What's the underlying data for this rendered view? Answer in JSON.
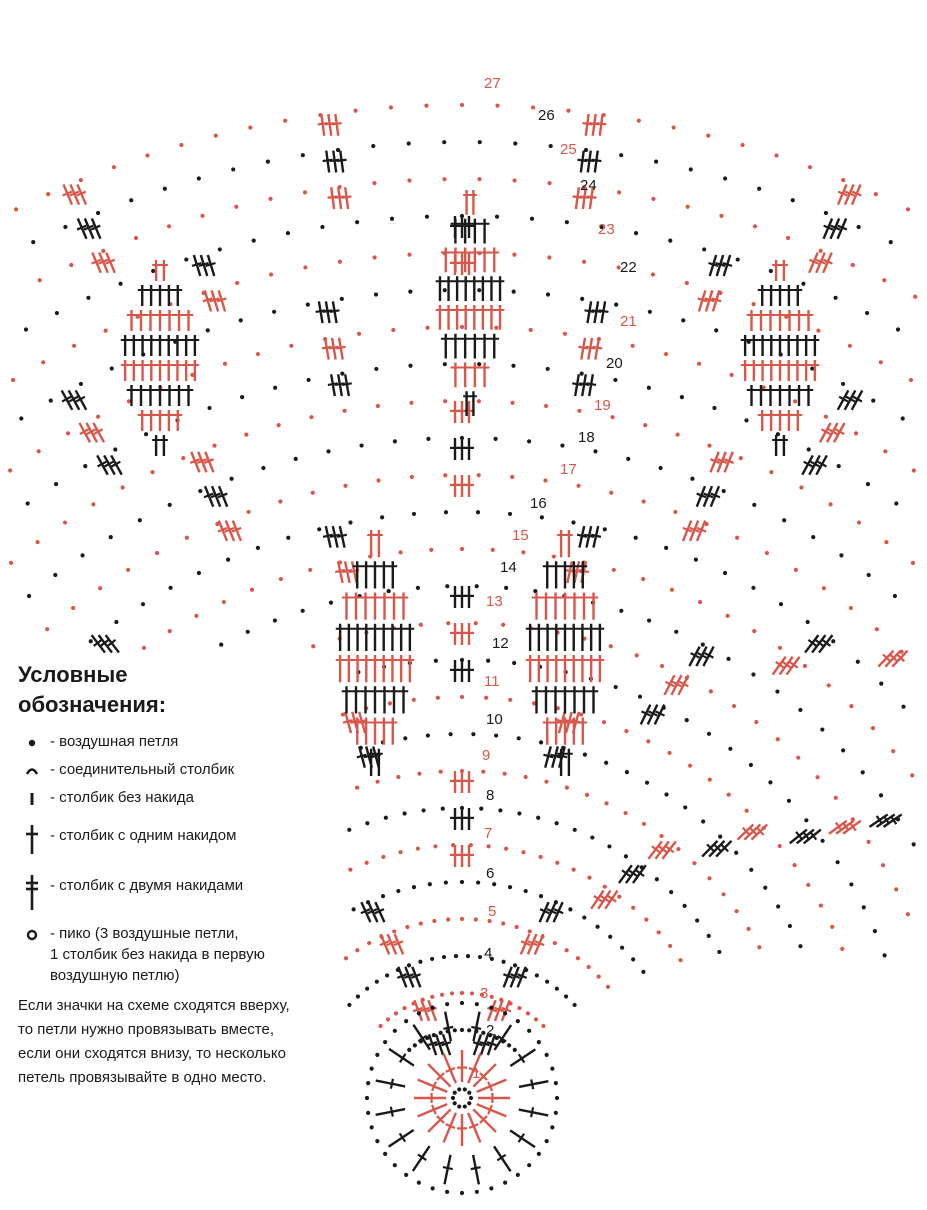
{
  "legend": {
    "title_line1": "Условные",
    "title_line2": "обозначения:",
    "items": [
      {
        "icon": "chain-stitch-dot-icon",
        "text": "- воздушная петля"
      },
      {
        "icon": "slip-stitch-arc-icon",
        "text": "- соединительный столбик"
      },
      {
        "icon": "single-crochet-bar-icon",
        "text": "- столбик без накида"
      },
      {
        "icon": "double-crochet-icon",
        "text": "- столбик с одним накидом"
      },
      {
        "icon": "treble-crochet-icon",
        "text": "- столбик с двумя накидами"
      },
      {
        "icon": "picot-ring-icon",
        "text": "- пико (3 воздушные петли,"
      }
    ],
    "picot_line2": "1 столбик без накида в первую",
    "picot_line3": "воздушную петлю)",
    "note_line1": "Если значки на схеме сходятся вверху,",
    "note_line2": "то петли нужно провязывать вместе,",
    "note_line3": "если они сходятся внизу, то несколько",
    "note_line4": "петель провязывайте в одно место."
  },
  "rows": [
    {
      "label": "1",
      "color": "red"
    },
    {
      "label": "2",
      "color": "black"
    },
    {
      "label": "3",
      "color": "red"
    },
    {
      "label": "4",
      "color": "black"
    },
    {
      "label": "5",
      "color": "red"
    },
    {
      "label": "6",
      "color": "black"
    },
    {
      "label": "7",
      "color": "red"
    },
    {
      "label": "8",
      "color": "black"
    },
    {
      "label": "9",
      "color": "red"
    },
    {
      "label": "10",
      "color": "black"
    },
    {
      "label": "11",
      "color": "red"
    },
    {
      "label": "12",
      "color": "black"
    },
    {
      "label": "13",
      "color": "red"
    },
    {
      "label": "14",
      "color": "black"
    },
    {
      "label": "15",
      "color": "red"
    },
    {
      "label": "16",
      "color": "black"
    },
    {
      "label": "17",
      "color": "red"
    },
    {
      "label": "18",
      "color": "black"
    },
    {
      "label": "19",
      "color": "red"
    },
    {
      "label": "20",
      "color": "black"
    },
    {
      "label": "21",
      "color": "red"
    },
    {
      "label": "22",
      "color": "black"
    },
    {
      "label": "23",
      "color": "red"
    },
    {
      "label": "24",
      "color": "black"
    },
    {
      "label": "25",
      "color": "red"
    },
    {
      "label": "26",
      "color": "black"
    },
    {
      "label": "27",
      "color": "red"
    }
  ],
  "colors": {
    "black": "#1a1a1a",
    "red": "#d9574a"
  }
}
